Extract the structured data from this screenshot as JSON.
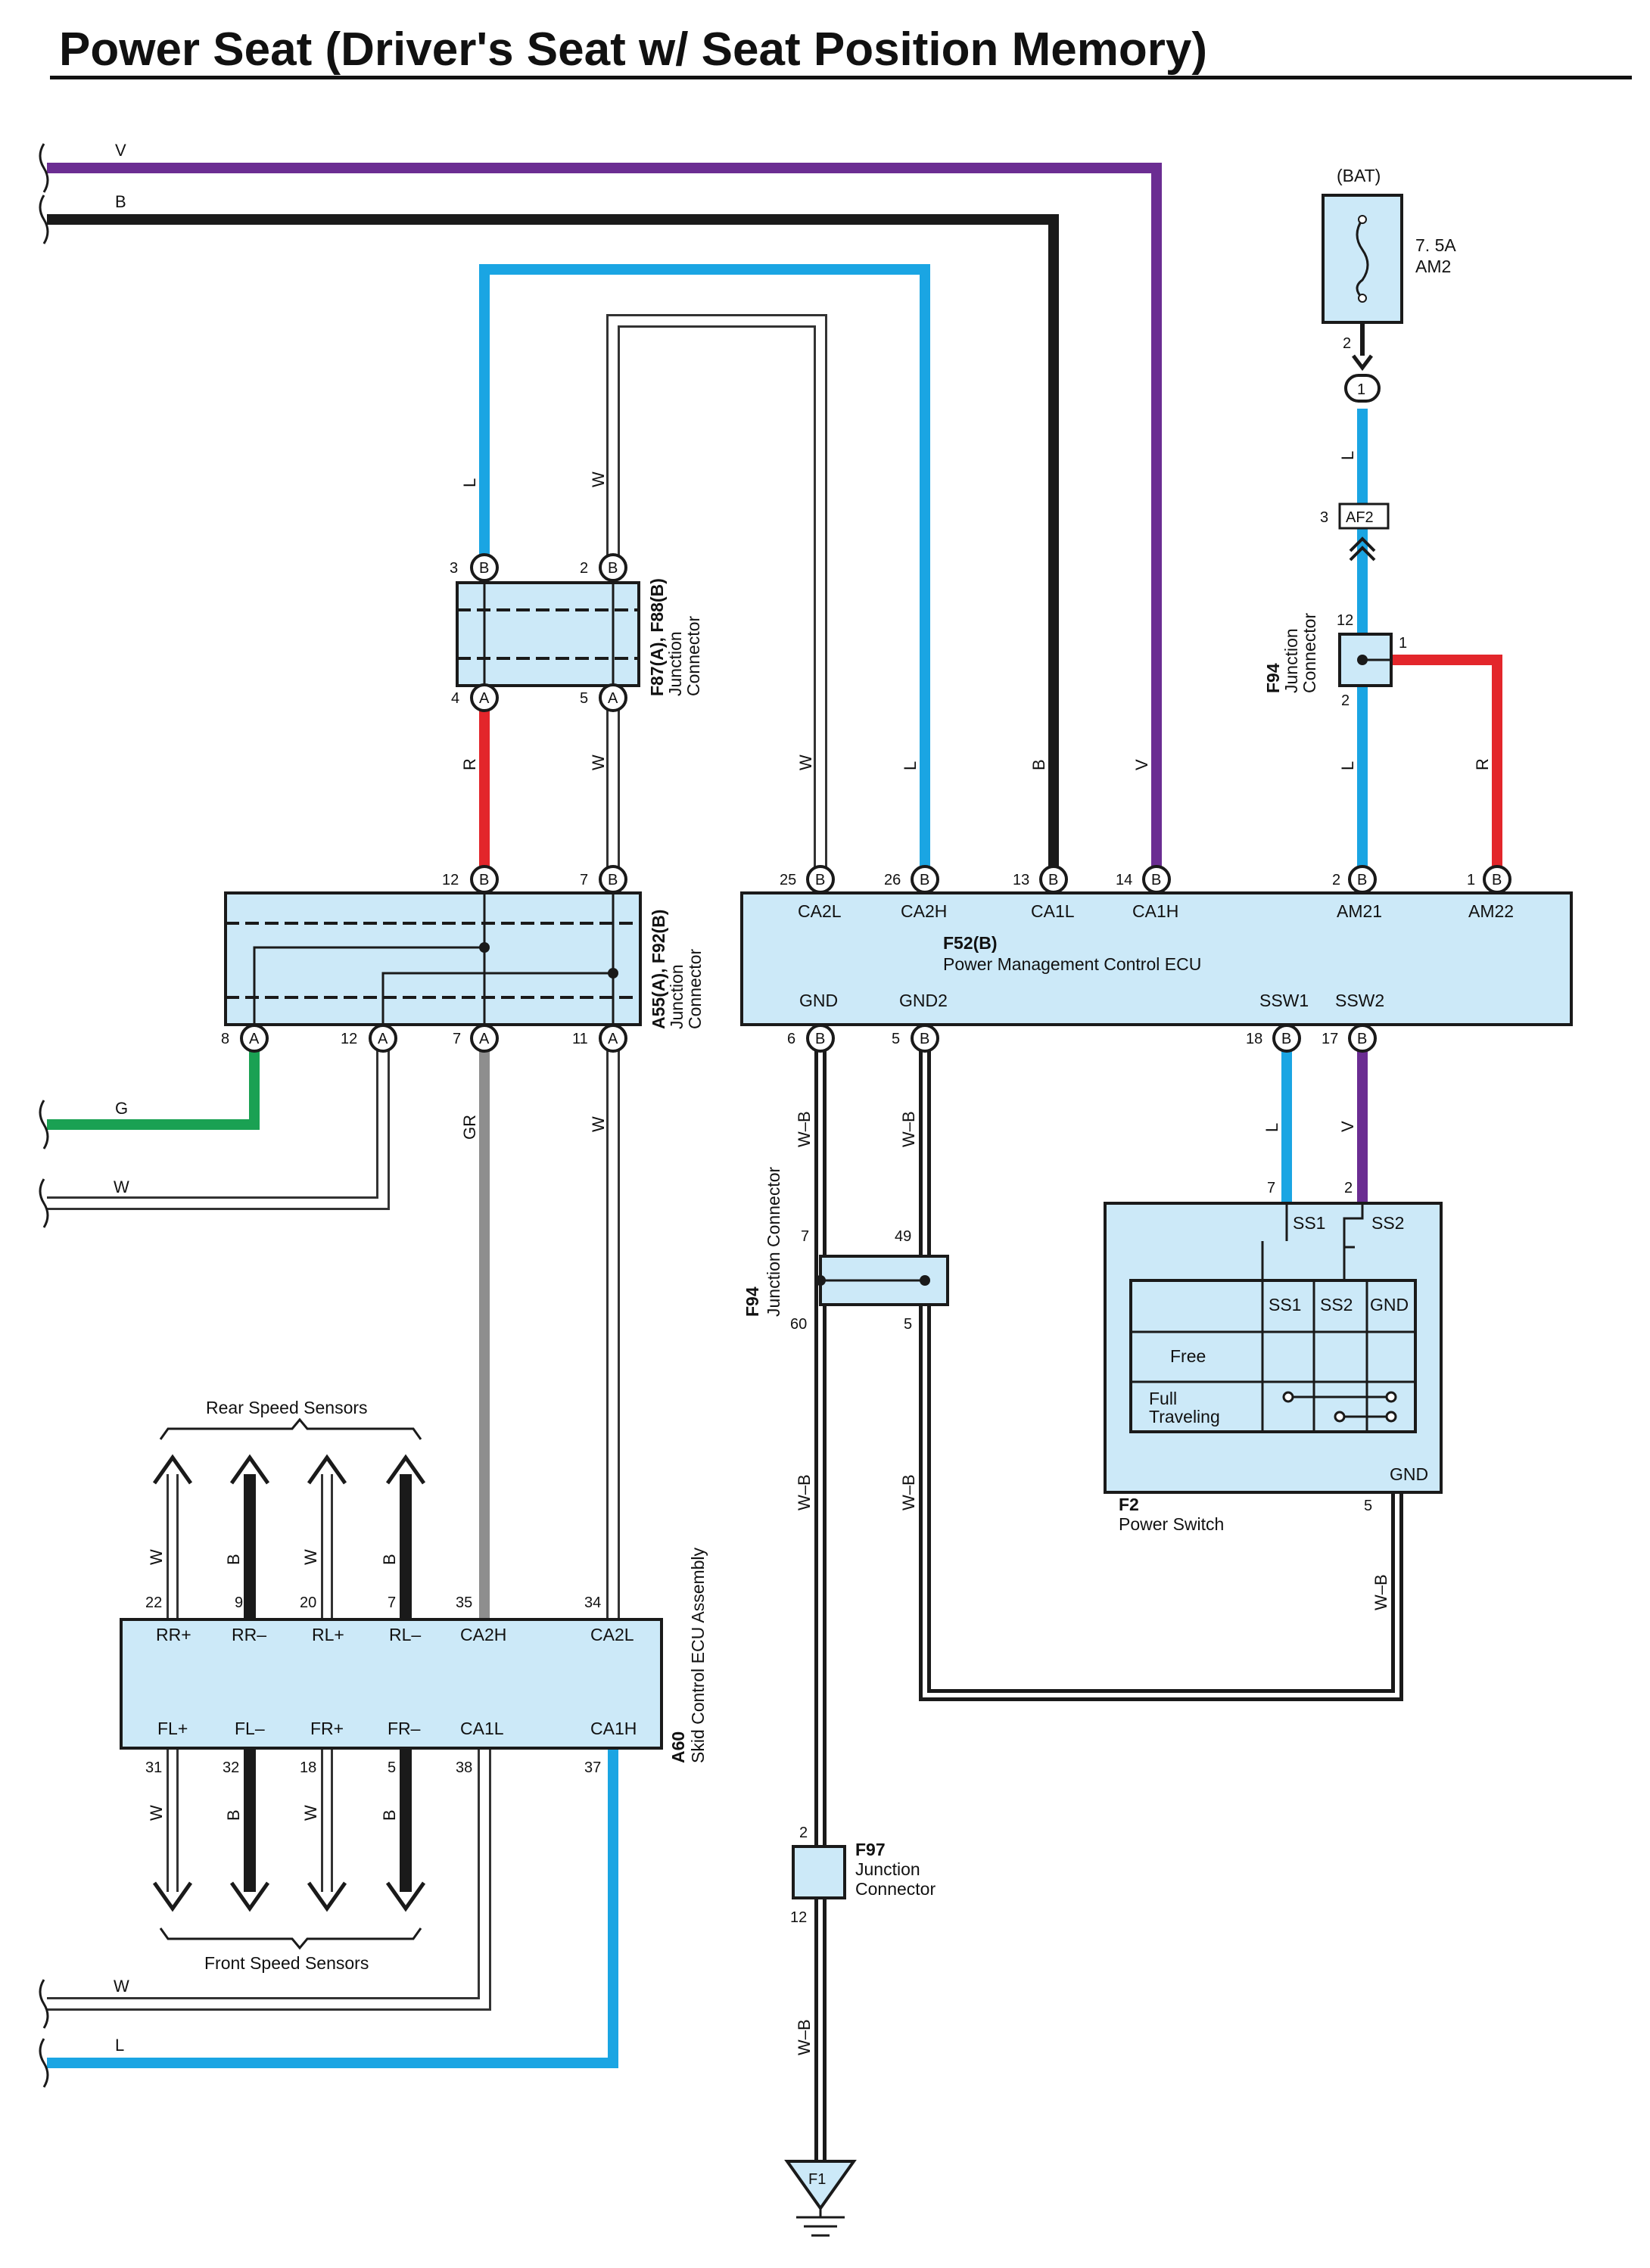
{
  "title": "Power Seat (Driver's Seat w/ Seat Position Memory)",
  "colors": {
    "V": "#6b2d92",
    "B": "#1a1a1a",
    "L": "#1aa5e3",
    "R": "#e3262b",
    "G": "#1aa153",
    "GR": "#8e8e8e",
    "W": "#ffffff",
    "component_fill": "#cce9f8"
  },
  "wire_labels": {
    "v_in": "V",
    "b_in": "B",
    "l_top": "L",
    "w_top": "W",
    "r_mid": "R",
    "w_mid": "W",
    "w_ca2l": "W",
    "l_ca2h": "L",
    "b_ca1l": "B",
    "v_ca1h": "V",
    "l_am21": "L",
    "r_am22": "R",
    "l_bat": "L",
    "g_in": "G",
    "w_in": "W",
    "gr_ca2h": "GR",
    "w_ca2l_low": "W",
    "wb_gnd": "W–B",
    "wb_gnd2": "W–B",
    "l_ssw1": "L",
    "v_ssw2": "V",
    "wb_gnd_low": "W–B",
    "wb_gnd2_low": "W–B",
    "wb_f2": "W–B",
    "wb_bottom": "W–B",
    "w_rr": "W",
    "b_rr": "B",
    "w_rl": "W",
    "b_rl": "B",
    "w_fl": "W",
    "b_fl": "B",
    "w_fr": "W",
    "b_fr": "B",
    "w_out": "W",
    "l_out": "L"
  },
  "components": {
    "bat": {
      "label": "(BAT)",
      "fuse_rating": "7. 5A",
      "fuse_name": "AM2",
      "pin_out": "2"
    },
    "inline_1": {
      "pin": "1"
    },
    "af2": {
      "name": "AF2",
      "pin": "3"
    },
    "f94_top": {
      "id": "F94",
      "name_1": "Junction",
      "name_2": "Connector",
      "pin_top": "12",
      "pin_right": "1",
      "pin_bottom": "2"
    },
    "f87": {
      "id": "F87(A), F88(B)",
      "name_1": "Junction",
      "name_2": "Connector",
      "pins": [
        "3",
        "2",
        "4",
        "5"
      ],
      "letters": [
        "B",
        "B",
        "A",
        "A"
      ]
    },
    "a55": {
      "id": "A55(A), F92(B)",
      "name_1": "Junction",
      "name_2": "Connector",
      "pins_top": [
        "12",
        "7"
      ],
      "letters_top": [
        "B",
        "B"
      ],
      "pins_bottom": [
        "8",
        "12",
        "7",
        "11"
      ],
      "letters_bottom": [
        "A",
        "A",
        "A",
        "A"
      ]
    },
    "f52": {
      "id": "F52(B)",
      "name": "Power Management Control ECU",
      "top_pins": [
        "25",
        "26",
        "13",
        "14",
        "2",
        "1"
      ],
      "top_letters": [
        "B",
        "B",
        "B",
        "B",
        "B",
        "B"
      ],
      "top_terms": [
        "CA2L",
        "CA2H",
        "CA1L",
        "CA1H",
        "AM21",
        "AM22"
      ],
      "bottom_pins": [
        "6",
        "5",
        "18",
        "17"
      ],
      "bottom_letters": [
        "B",
        "B",
        "B",
        "B"
      ],
      "bottom_terms": [
        "GND",
        "GND2",
        "SSW1",
        "SSW2"
      ]
    },
    "f94_mid": {
      "id": "F94",
      "name": "Junction Connector",
      "pins": [
        "7",
        "49",
        "60",
        "5"
      ]
    },
    "f2": {
      "id": "F2",
      "name": "Power Switch",
      "pin_ss1": "7",
      "pin_ss2": "2",
      "term_ss1": "SS1",
      "term_ss2": "SS2",
      "table_head": [
        "SS1",
        "SS2",
        "GND"
      ],
      "row_1": "Free",
      "row_2a": "Full",
      "row_2b": "Traveling",
      "gnd": "GND",
      "pin_gnd": "5"
    },
    "f97": {
      "id": "F97",
      "name_1": "Junction",
      "name_2": "Connector",
      "pin_top": "2",
      "pin_bottom": "12"
    },
    "f1": {
      "name": "F1"
    },
    "a60": {
      "id": "A60",
      "name": "Skid Control ECU Assembly",
      "top_pins": [
        "22",
        "9",
        "20",
        "7",
        "35",
        "34"
      ],
      "top_terms": [
        "RR+",
        "RR–",
        "RL+",
        "RL–",
        "CA2H",
        "CA2L"
      ],
      "bottom_pins": [
        "31",
        "32",
        "18",
        "5",
        "38",
        "37"
      ],
      "bottom_terms": [
        "FL+",
        "FL–",
        "FR+",
        "FR–",
        "CA1L",
        "CA1H"
      ]
    },
    "rear_sensors": "Rear Speed Sensors",
    "front_sensors": "Front Speed Sensors"
  }
}
